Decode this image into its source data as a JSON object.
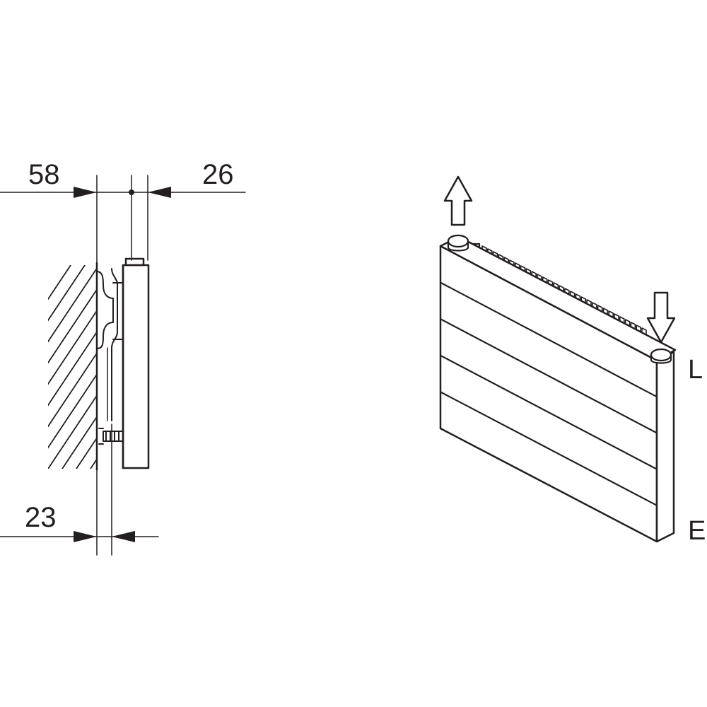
{
  "side_view": {
    "dim_wall_to_center": "58",
    "dim_depth": "26",
    "dim_bottom_clearance": "23"
  },
  "iso_view": {
    "connection_top": "L",
    "connection_bottom": "E",
    "panel_count": 5,
    "fin_count": 30
  },
  "colors": {
    "line": "#231f20",
    "background": "#ffffff"
  }
}
